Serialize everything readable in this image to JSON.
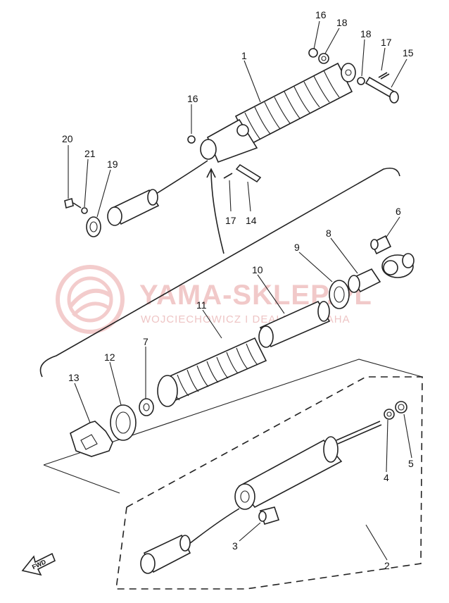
{
  "watermark": {
    "title": "YAMA-SKLEP.PL",
    "subtitle": "WOJCIECHOWICZ I DEALER YAMAHA",
    "colors": {
      "watermark": "#f1c9c9"
    }
  },
  "fwd_label": "FWD",
  "callouts": {
    "c1": "1",
    "c2": "2",
    "c3": "3",
    "c4": "4",
    "c5": "5",
    "c6": "6",
    "c7": "7",
    "c8": "8",
    "c9": "9",
    "c10": "10",
    "c11": "11",
    "c12": "12",
    "c13": "13",
    "c14": "14",
    "c15": "15",
    "c16a": "16",
    "c16b": "16",
    "c17a": "17",
    "c17b": "17",
    "c18a": "18",
    "c18b": "18",
    "c19": "19",
    "c20": "20",
    "c21": "21"
  }
}
